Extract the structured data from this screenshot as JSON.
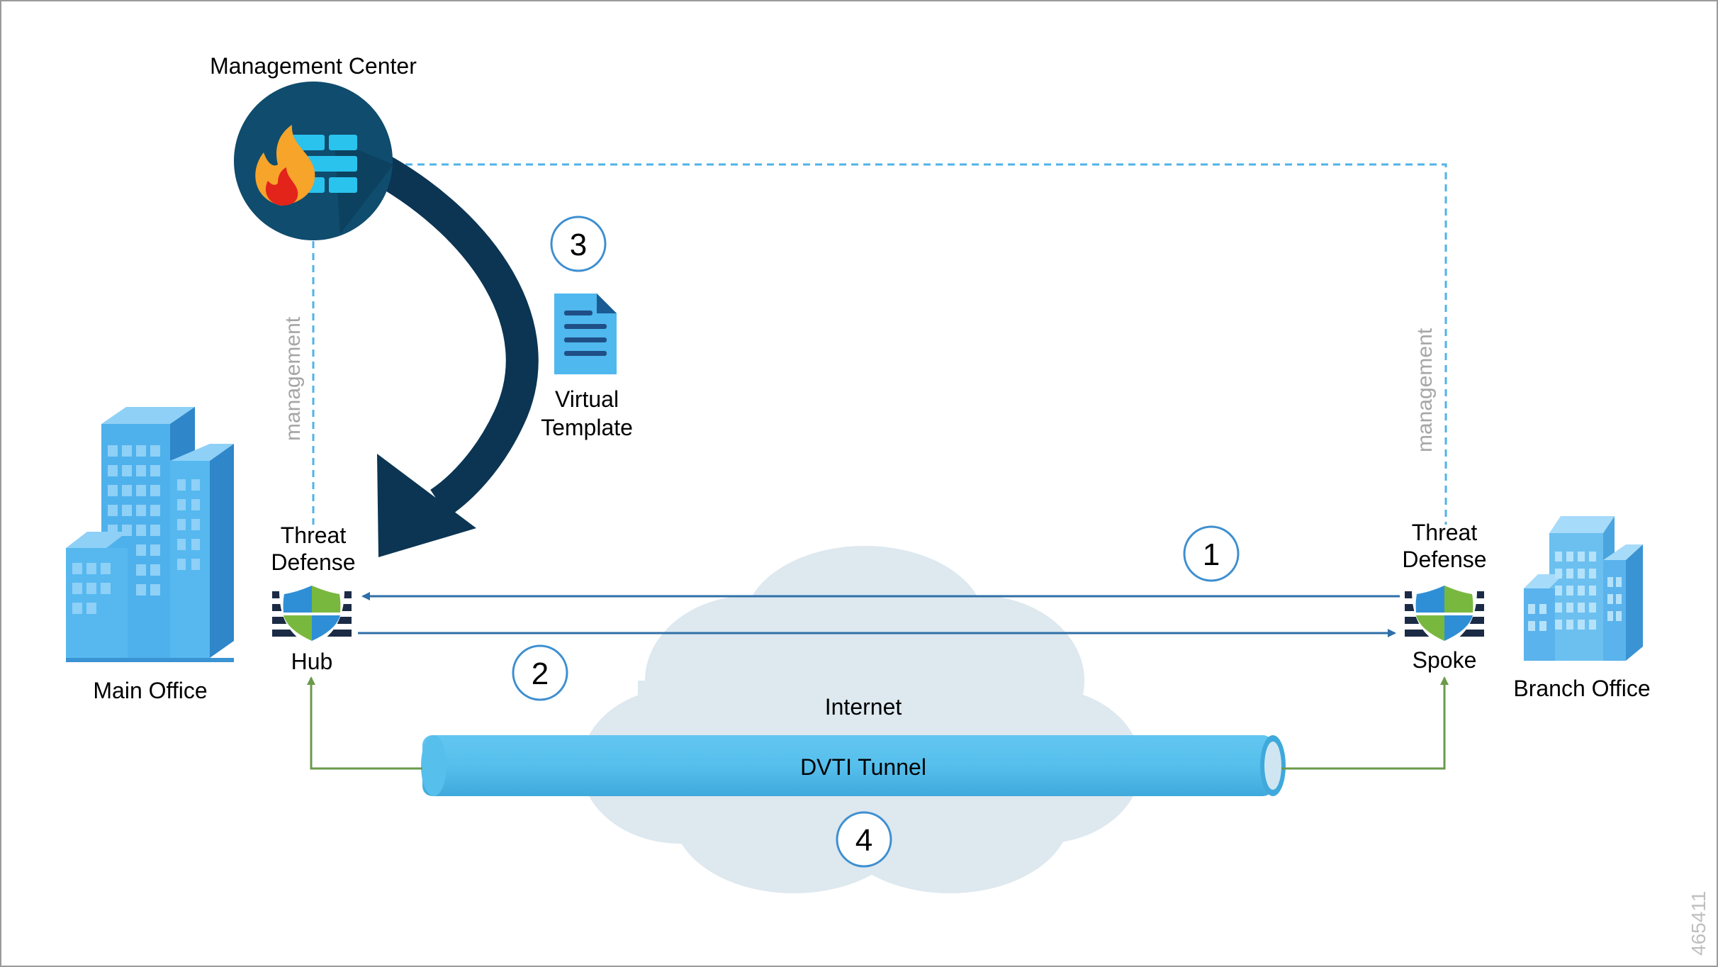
{
  "nodes": {
    "management_center": "Management Center",
    "virtual_template": [
      "Virtual",
      "Template"
    ],
    "hub": {
      "title": [
        "Threat",
        "Defense"
      ],
      "role": "Hub"
    },
    "spoke": {
      "title": [
        "Threat",
        "Defense"
      ],
      "role": "Spoke"
    },
    "main_office": "Main Office",
    "branch_office": "Branch Office",
    "internet": "Internet",
    "tunnel": "DVTI Tunnel"
  },
  "edges": {
    "management_left": "management",
    "management_right": "management"
  },
  "steps": [
    "1",
    "2",
    "3",
    "4"
  ],
  "figure_id": "465411",
  "colors": {
    "dashed_line": "#4fb3e8",
    "arrow_blue": "#2f6fa8",
    "green_line": "#6a9a4b",
    "curve_arrow": "#0b3553",
    "tunnel": "#56bfec",
    "cloud": "#dde8ef",
    "building": "#5ab3ec",
    "step_circle": "#3e8fd0"
  }
}
